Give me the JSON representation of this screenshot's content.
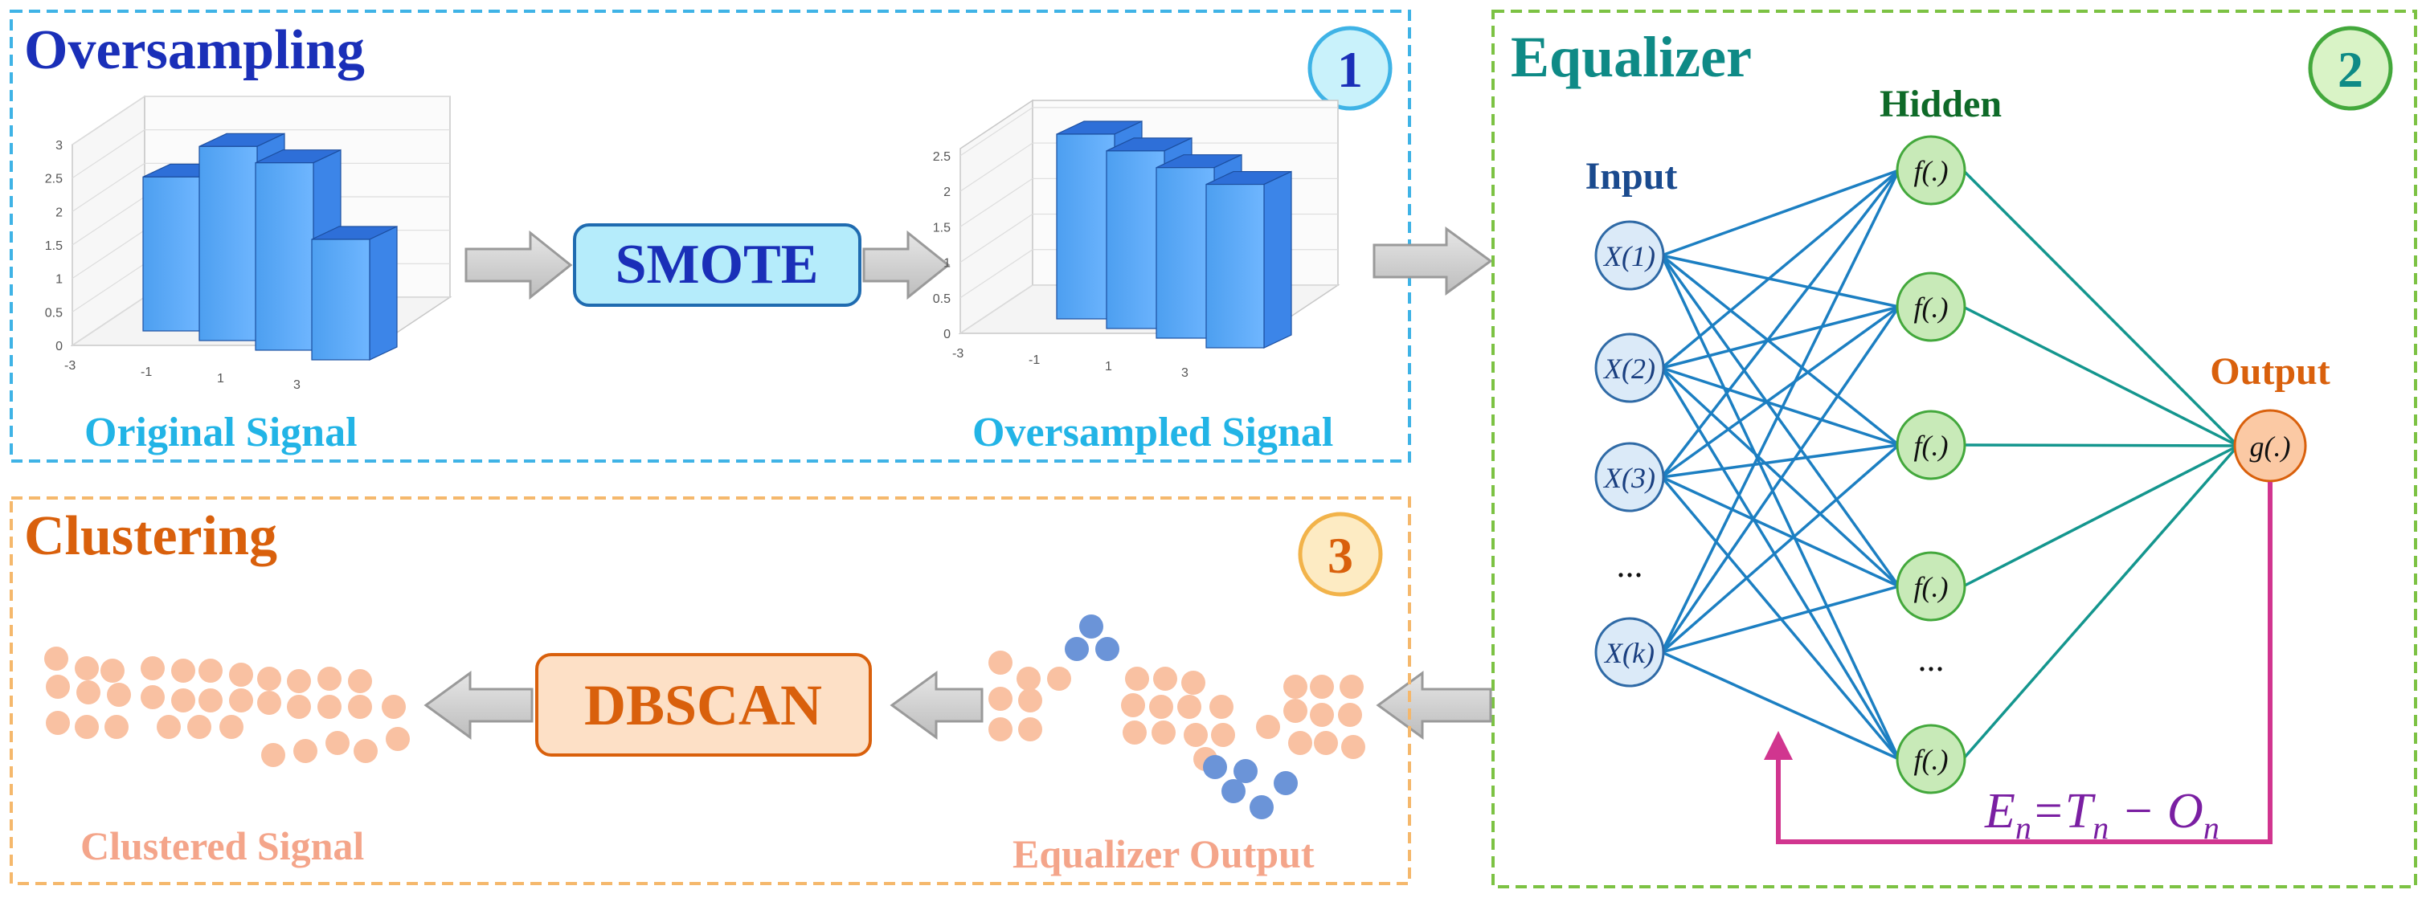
{
  "oversampling": {
    "title": "Oversampling",
    "badge": "1",
    "method": "SMOTE",
    "original_label": "Original  Signal",
    "oversampled_label": "Oversampled  Signal",
    "color": "#1a2fb8",
    "border_color": "#3fb3e6",
    "label_color": "#22b4e6"
  },
  "original_chart": {
    "type": "bar",
    "y_ticks": [
      "0",
      "0.5",
      "1",
      "1.5",
      "2",
      "2.5",
      "3"
    ],
    "x_ticks": [
      "-3",
      "-1",
      "1",
      "3"
    ],
    "values": [
      2.3,
      2.9,
      2.8,
      1.8
    ],
    "ylim": [
      0,
      3
    ]
  },
  "oversampled_chart": {
    "type": "bar",
    "y_ticks": [
      "0",
      "0.5",
      "1",
      "1.5",
      "2",
      "2.5"
    ],
    "x_ticks": [
      "-3",
      "-1",
      "1",
      "3"
    ],
    "values": [
      2.6,
      2.5,
      2.4,
      2.3
    ],
    "ylim": [
      0,
      2.6
    ]
  },
  "equalizer": {
    "title": "Equalizer",
    "badge": "2",
    "color": "#0e8a86",
    "border_color": "#7cc243",
    "input_label": "Input",
    "hidden_label": "Hidden",
    "output_label": "Output",
    "inputs": [
      "X(1)",
      "X(2)",
      "X(3)",
      "...",
      "X(k)"
    ],
    "hidden": [
      "f(.)",
      "f(.)",
      "f(.)",
      "f(.)",
      "...",
      "f(.)"
    ],
    "output": "g(.)",
    "error_formula": {
      "E": "E",
      "n1": "n",
      "eq": "=",
      "T": "T",
      "n2": "n",
      "minus": " − ",
      "O": "O",
      "n3": "n"
    }
  },
  "clustering": {
    "title": "Clustering",
    "badge": "3",
    "method": "DBSCAN",
    "clustered_label": "Clustered  Signal",
    "equalizer_output_label": "Equalizer  Output",
    "color": "#d9600c",
    "border_color": "#f5b86c",
    "label_color": "#f4a58a"
  }
}
